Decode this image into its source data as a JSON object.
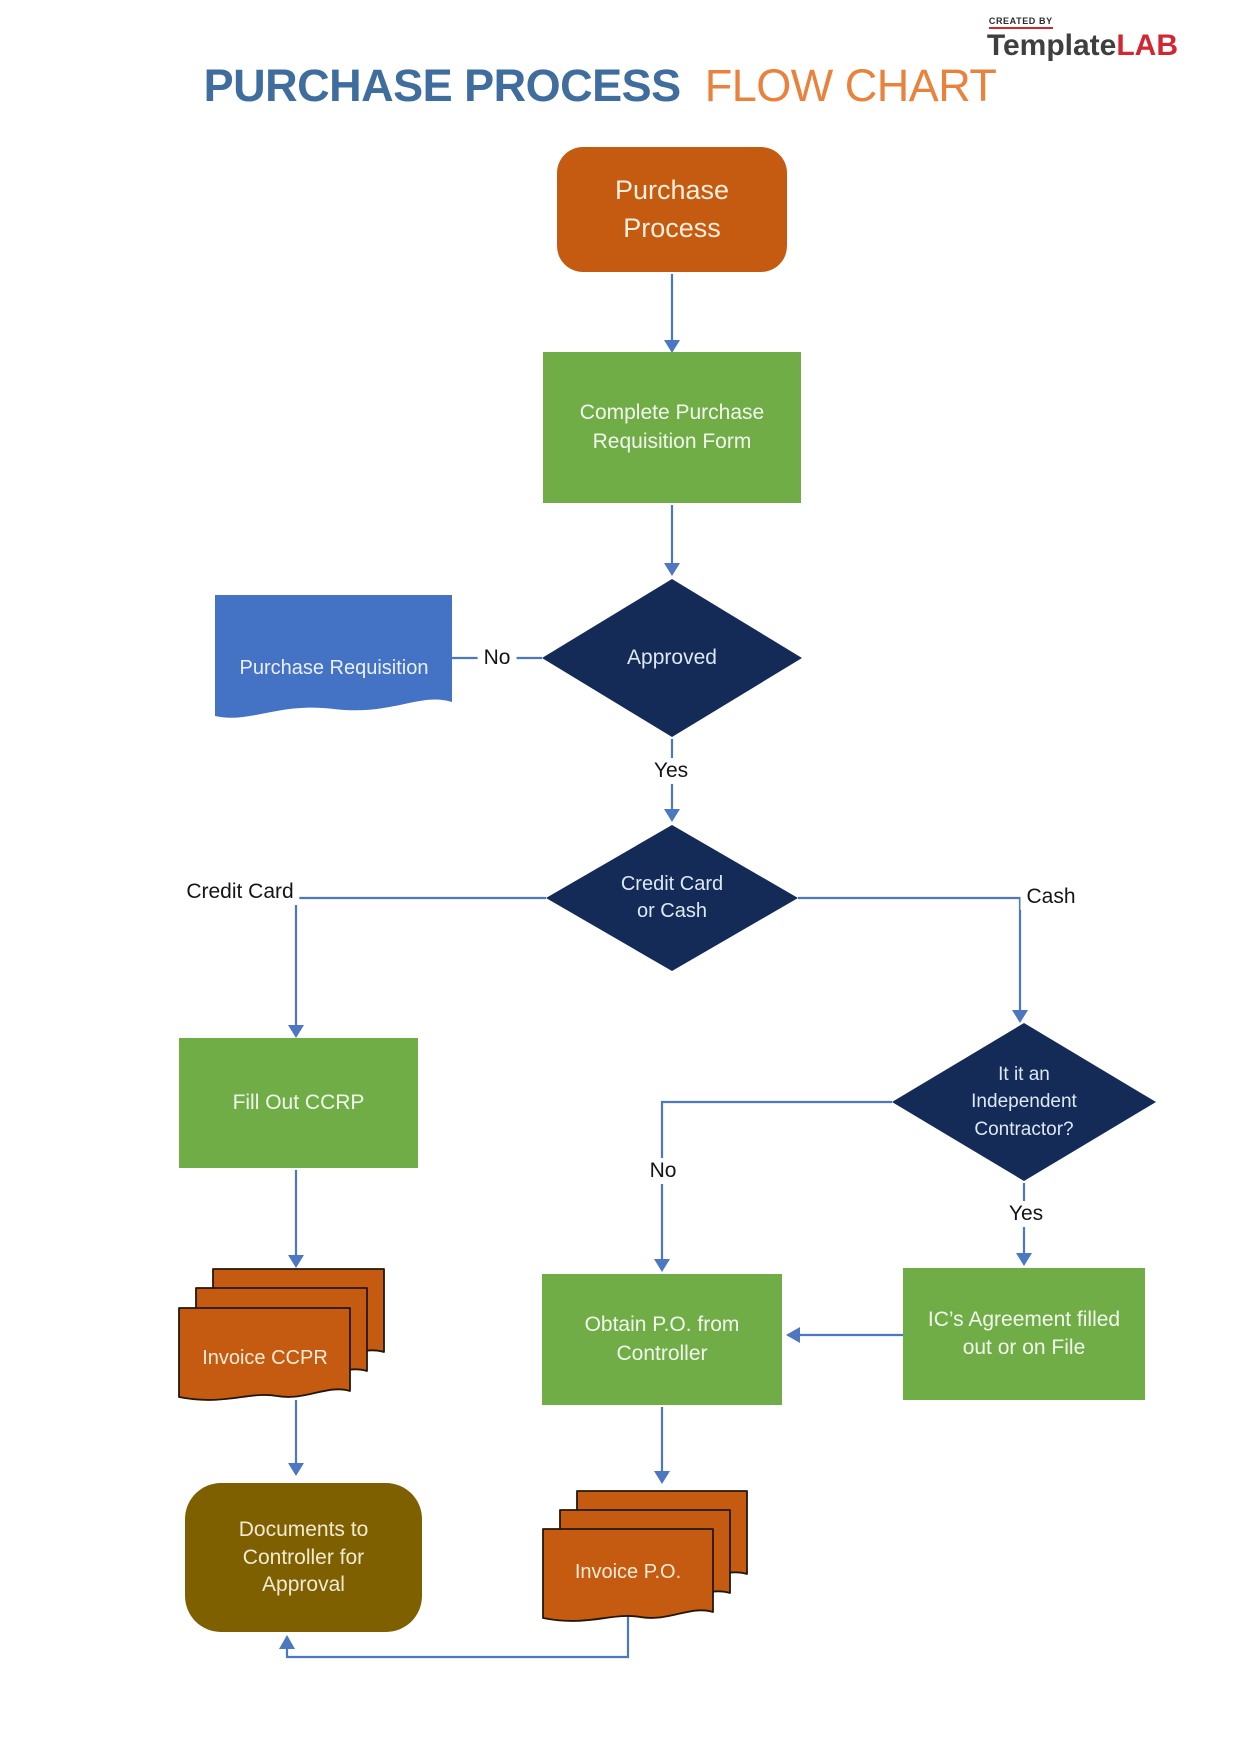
{
  "title": {
    "part1": "PURCHASE PROCESS",
    "part2": "FLOW CHART"
  },
  "logo": {
    "tagline": "CREATED BY",
    "brand_primary": "Template",
    "brand_accent": "LAB"
  },
  "nodes": {
    "start": "Purchase\nProcess",
    "complete_form": "Complete Purchase\nRequisition Form",
    "purchase_requisition_doc": "Purchase Requisition",
    "approved": "Approved",
    "credit_or_cash": "Credit Card\nor Cash",
    "fill_ccrp": "Fill Out CCRP",
    "invoice_ccpr": "Invoice CCPR",
    "docs_to_controller": "Documents to\nController for\nApproval",
    "obtain_po": "Obtain P.O. from\nController",
    "independent_contractor": "It it an\nIndependent\nContractor?",
    "ic_agreement": "IC’s Agreement filled\nout or on File",
    "invoice_po": "Invoice P.O."
  },
  "edge_labels": {
    "approved_no": "No",
    "approved_yes": "Yes",
    "credit_card": "Credit Card",
    "cash": "Cash",
    "ic_no": "No",
    "ic_yes": "Yes"
  },
  "colors": {
    "process_orange": "#C55A11",
    "step_green": "#70AD47",
    "decision_navy": "#142A57",
    "document_blue": "#4472C4",
    "terminal_olive": "#7F6000",
    "connector_blue": "#4D77C0",
    "title_blue": "#3E6D9E",
    "title_orange": "#E8823C",
    "logo_gray": "#3F3F3F",
    "logo_red": "#D22630"
  }
}
